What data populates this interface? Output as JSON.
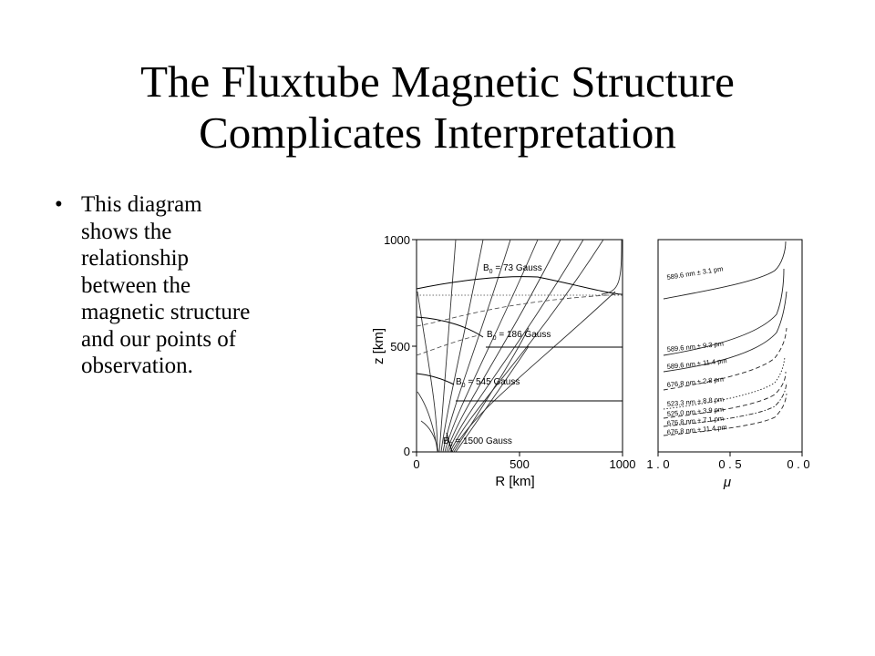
{
  "slide": {
    "title_lines": [
      "The Fluxtube Magnetic Structure",
      "Complicates Interpretation"
    ],
    "bullet_lines": [
      "This diagram",
      "shows the",
      "relationship",
      "between the",
      "magnetic structure",
      "and our points of",
      "observation."
    ]
  },
  "figure": {
    "left_panel": {
      "y_axis_label": "z [km]",
      "x_axis_label": "R  [km]",
      "y_ticks": [
        "1000",
        "500",
        "0"
      ],
      "x_ticks": [
        "0",
        "500",
        "1000"
      ],
      "field_labels": [
        {
          "b": "B",
          "sub": "0",
          "rest": " = 73 Gauss"
        },
        {
          "b": "B",
          "sub": "0",
          "rest": " = 186 Gauss"
        },
        {
          "b": "B",
          "sub": "0",
          "rest": " = 545 Gauss"
        },
        {
          "b": "B",
          "sub": "0",
          "rest": " = 1500 Gauss"
        }
      ]
    },
    "right_panel": {
      "x_axis_label": "μ",
      "x_ticks": [
        "1 . 0",
        "0 . 5",
        "0 . 0"
      ],
      "line_labels": [
        "589.6 nm ± 3.1 pm",
        "589.6 nm ± 9.3 pm",
        "589.6 nm ± 11.4 pm",
        "676.8 nm ± 2.8 pm",
        "523.3 nm ± 8.8 pm",
        "525.0 nm ± 3.9 pm",
        "676.8 nm ± 7.1 pm",
        "676.8 nm ± 11.4 pm"
      ]
    }
  }
}
